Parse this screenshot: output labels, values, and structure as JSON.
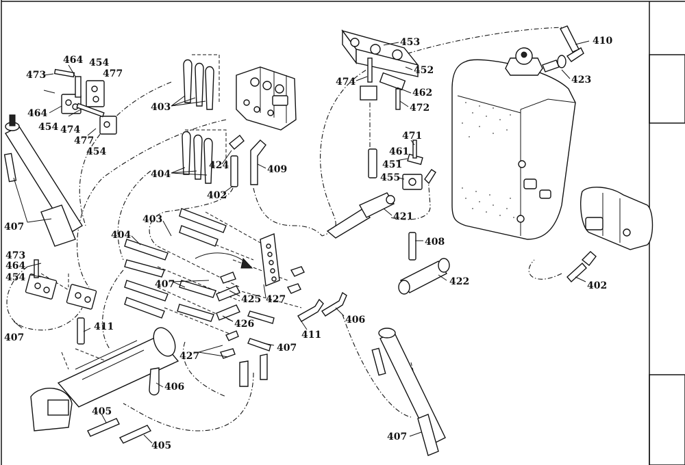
{
  "callouts": [
    "402",
    "403",
    "404",
    "405",
    "406",
    "407",
    "408",
    "409",
    "410",
    "411",
    "421",
    "422",
    "423",
    "424",
    "425",
    "426",
    "427",
    "451",
    "452",
    "453",
    "454",
    "455",
    "461",
    "462",
    "464",
    "471",
    "472",
    "473",
    "474",
    "477"
  ],
  "labels": [
    {
      "id": "410",
      "text": "410"
    },
    {
      "id": "453",
      "text": "453"
    },
    {
      "id": "452",
      "text": "452"
    },
    {
      "id": "474",
      "text": "474"
    },
    {
      "id": "462",
      "text": "462"
    },
    {
      "id": "472",
      "text": "472"
    },
    {
      "id": "423",
      "text": "423"
    },
    {
      "id": "464a",
      "text": "464"
    },
    {
      "id": "454a",
      "text": "454"
    },
    {
      "id": "477a",
      "text": "477"
    },
    {
      "id": "473a",
      "text": "473"
    },
    {
      "id": "464b",
      "text": "464"
    },
    {
      "id": "454b",
      "text": "454"
    },
    {
      "id": "474b",
      "text": "474"
    },
    {
      "id": "477b",
      "text": "477"
    },
    {
      "id": "454c",
      "text": "454"
    },
    {
      "id": "403a",
      "text": "403"
    },
    {
      "id": "404a",
      "text": "404"
    },
    {
      "id": "424",
      "text": "424"
    },
    {
      "id": "409",
      "text": "409"
    },
    {
      "id": "402a",
      "text": "402"
    },
    {
      "id": "471",
      "text": "471"
    },
    {
      "id": "461",
      "text": "461"
    },
    {
      "id": "451",
      "text": "451"
    },
    {
      "id": "455",
      "text": "455"
    },
    {
      "id": "421",
      "text": "421"
    },
    {
      "id": "408",
      "text": "408"
    },
    {
      "id": "422",
      "text": "422"
    },
    {
      "id": "402b",
      "text": "402"
    },
    {
      "id": "407a",
      "text": "407"
    },
    {
      "id": "403b",
      "text": "403"
    },
    {
      "id": "404b",
      "text": "404"
    },
    {
      "id": "473b",
      "text": "473"
    },
    {
      "id": "464c",
      "text": "464"
    },
    {
      "id": "454d",
      "text": "454"
    },
    {
      "id": "407b",
      "text": "407"
    },
    {
      "id": "425",
      "text": "425"
    },
    {
      "id": "427a",
      "text": "427"
    },
    {
      "id": "426",
      "text": "426"
    },
    {
      "id": "406a",
      "text": "406"
    },
    {
      "id": "411a",
      "text": "411"
    },
    {
      "id": "407c",
      "text": "407"
    },
    {
      "id": "407d",
      "text": "407"
    },
    {
      "id": "411b",
      "text": "411"
    },
    {
      "id": "427b",
      "text": "427"
    },
    {
      "id": "406b",
      "text": "406"
    },
    {
      "id": "405a",
      "text": "405"
    },
    {
      "id": "405b",
      "text": "405"
    },
    {
      "id": "407e",
      "text": "407"
    }
  ]
}
